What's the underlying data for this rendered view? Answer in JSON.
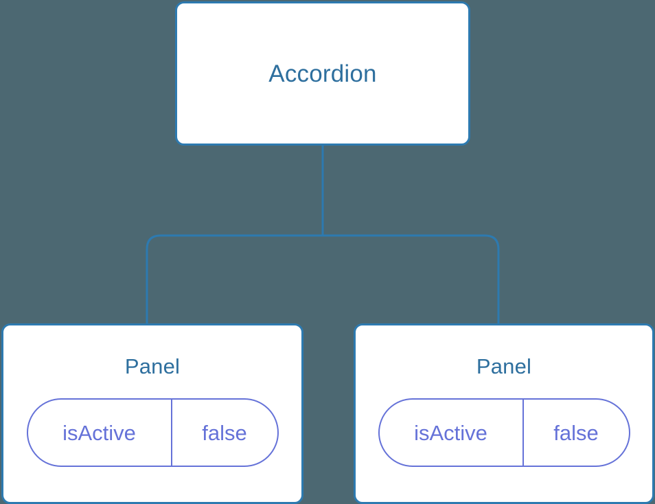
{
  "diagram": {
    "type": "component-tree",
    "background_color": "#4c6872",
    "node_border_color": "#2d7ab0",
    "node_title_color": "#2e6f9e",
    "pill_color": "#6572d8",
    "connector_color": "#2d7ab0",
    "root": {
      "label": "Accordion"
    },
    "children": [
      {
        "label": "Panel",
        "state": {
          "key": "isActive",
          "value": "false"
        }
      },
      {
        "label": "Panel",
        "state": {
          "key": "isActive",
          "value": "false"
        }
      }
    ]
  }
}
